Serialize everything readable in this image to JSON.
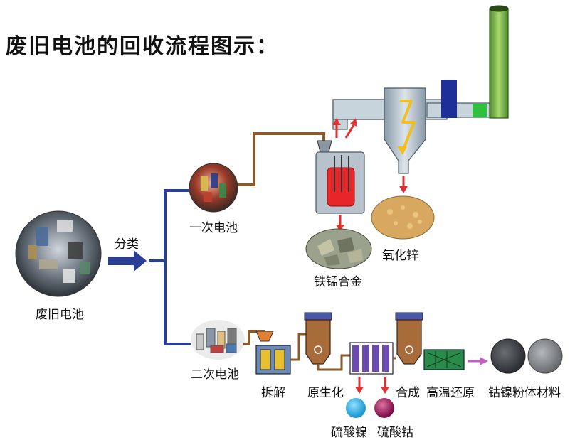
{
  "title": "废旧电池的回收流程图示：",
  "labels": {
    "waste_battery": "废旧电池",
    "classify": "分类",
    "primary_battery": "一次电池",
    "secondary_battery": "二次电池",
    "fe_mn_alloy": "铁锰合金",
    "zinc_oxide": "氧化锌",
    "dismantle": "拆解",
    "regeneration": "原生化",
    "synthesis": "合成",
    "high_temp_reduction": "高温还原",
    "nickel_sulfate": "硫酸镍",
    "cobalt_sulfate": "硫酸钴",
    "co_ni_powder": "钴镍粉体材料"
  },
  "colors": {
    "flow_line_blue": "#2a3e96",
    "pipe_brown": "#8a5a2b",
    "arrow_red": "#e03030",
    "furnace_red": "#e8262a",
    "chimney_green": "#7cb342",
    "sky_blue_powder": "#2aa8dc",
    "cobalt_purple_powder": "#a01860",
    "reactor_brown": "#a86b3a",
    "tank_purple": "#6a4bb0",
    "arrow_purple": "#c060c0"
  }
}
